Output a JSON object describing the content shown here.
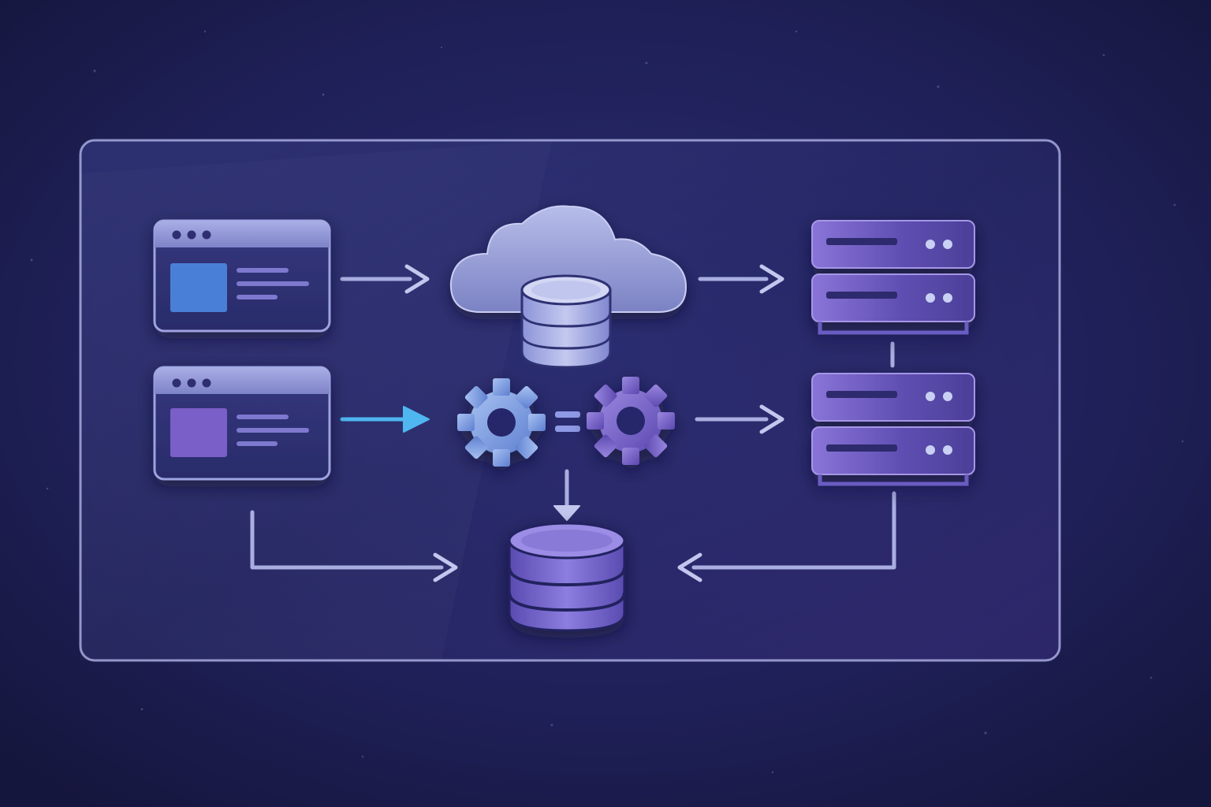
{
  "diagram": {
    "nodes": [
      {
        "id": "web-app-1",
        "kind": "browser-window",
        "accent": "#4a7fd6"
      },
      {
        "id": "web-app-2",
        "kind": "browser-window",
        "accent": "#7a5fc8"
      },
      {
        "id": "cloud-database",
        "kind": "cloud-with-database",
        "accent": "#aab3e6"
      },
      {
        "id": "processing-gears",
        "kind": "gear-pair",
        "accent": "#8fa6e8"
      },
      {
        "id": "server-stack-1",
        "kind": "server-rack",
        "accent": "#7a62c9"
      },
      {
        "id": "server-stack-2",
        "kind": "server-rack",
        "accent": "#7a62c9"
      },
      {
        "id": "central-database",
        "kind": "database",
        "accent": "#7a66cc"
      }
    ],
    "edges": [
      {
        "from": "web-app-1",
        "to": "cloud-database",
        "highlight": false
      },
      {
        "from": "web-app-2",
        "to": "processing-gears",
        "highlight": true
      },
      {
        "from": "cloud-database",
        "to": "server-stack-1",
        "highlight": false
      },
      {
        "from": "processing-gears",
        "to": "server-stack-2",
        "highlight": false
      },
      {
        "from": "processing-gears",
        "to": "central-database",
        "highlight": false
      },
      {
        "from": "web-app-2",
        "to": "central-database",
        "highlight": false
      },
      {
        "from": "server-stack-2",
        "to": "central-database",
        "highlight": false
      },
      {
        "from": "server-stack-1",
        "to": "server-stack-2",
        "highlight": false
      }
    ],
    "colors": {
      "background": "#1b1b4d",
      "panel_border": "#b9bdf0",
      "arrow": "#b8bde8",
      "arrow_highlight": "#4fb6f0"
    }
  }
}
